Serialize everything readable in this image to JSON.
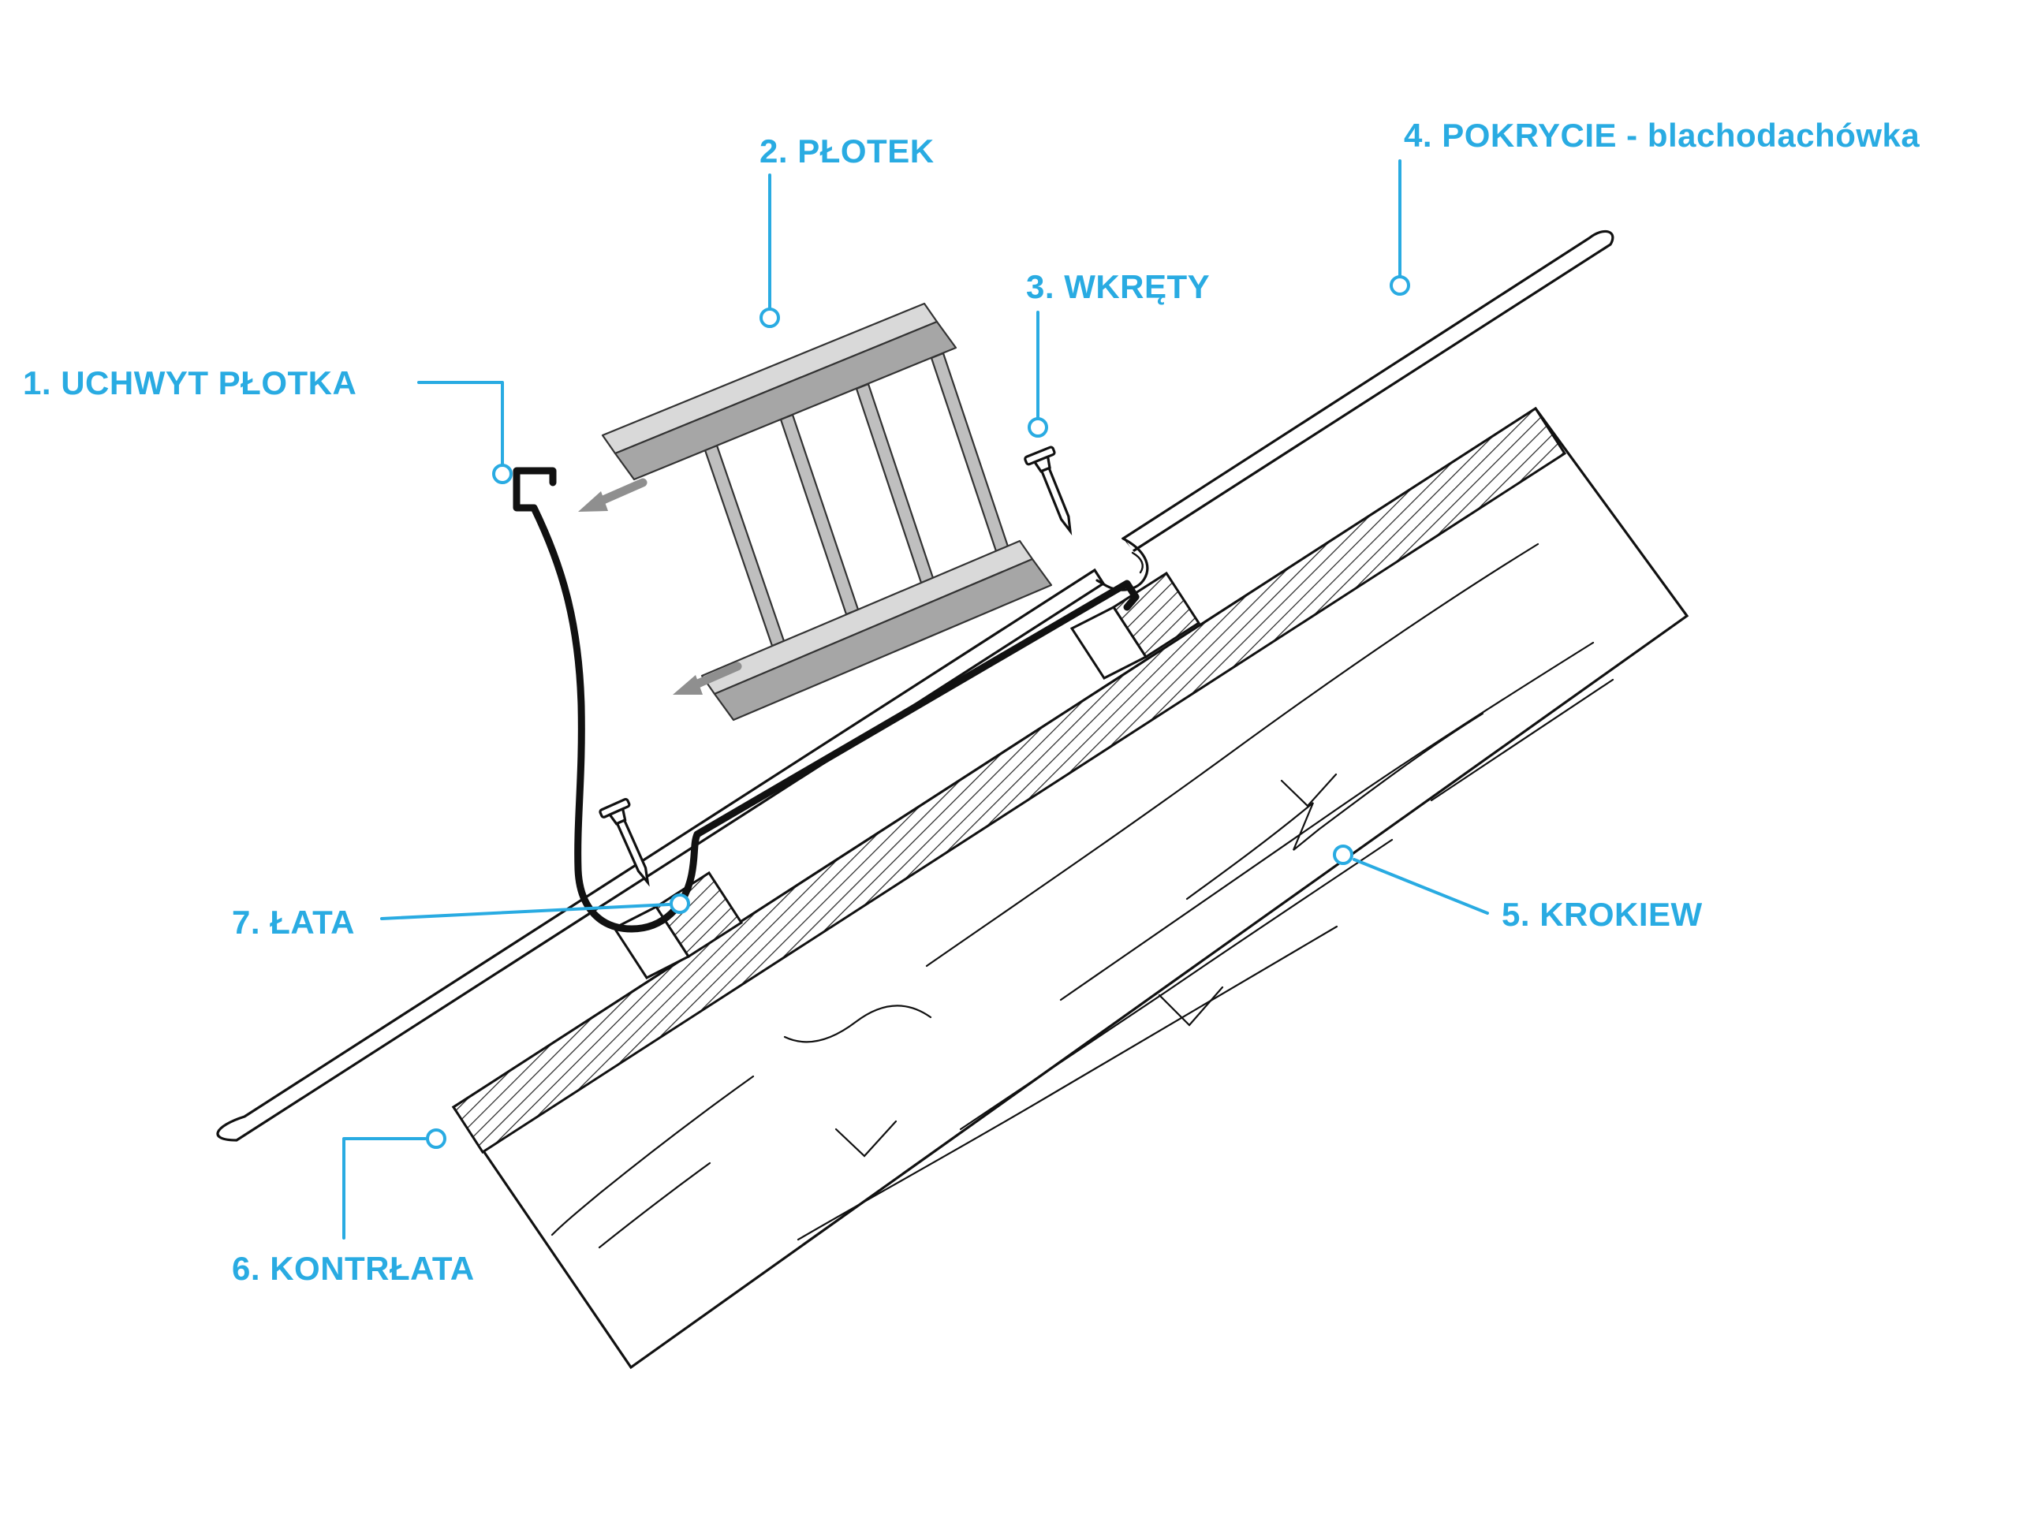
{
  "figure": {
    "colors": {
      "accent": "#29ABE2",
      "line": "#111111",
      "fence_light": "#d9d9d9",
      "fence_mid": "#a6a6a6",
      "fence_slat": "#bfbfbf",
      "arrow": "#8f8f8f"
    },
    "labels": [
      {
        "text": "1. UCHWYT PŁOTKA"
      },
      {
        "text": "2. PŁOTEK"
      },
      {
        "text": "3. WKRĘTY"
      },
      {
        "text": "4. POKRYCIE - blachodachówka"
      },
      {
        "text": "5. KROKIEW"
      },
      {
        "text": "6. KONTRŁATA"
      },
      {
        "text": "7. ŁATA"
      }
    ]
  }
}
